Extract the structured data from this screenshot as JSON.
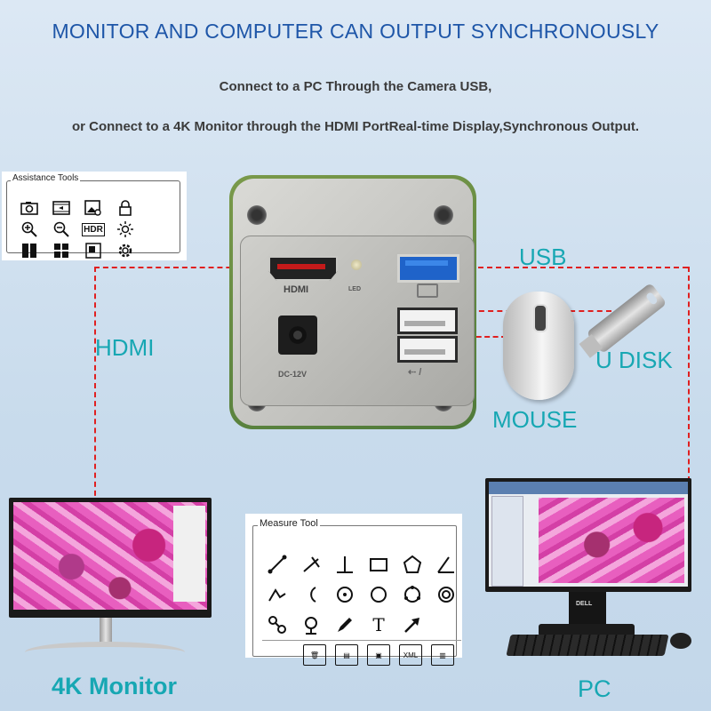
{
  "header": {
    "title": "MONITOR AND COMPUTER CAN OUTPUT SYNCHRONOUSLY",
    "line1": "Connect to a PC Through the Camera USB,",
    "line2": "or Connect to a 4K Monitor through the HDMI PortReal-time Display,Synchronous Output."
  },
  "assistance_tools": {
    "legend": "Assistance Tools",
    "icons": [
      "camera-icon",
      "film-icon",
      "image-icon",
      "lock-icon",
      "zoom-in-icon",
      "zoom-out-icon",
      "hdr-icon",
      "brightness-icon",
      "split-icon",
      "grid-icon",
      "crop-icon",
      "settings-icon"
    ],
    "hdr_text": "HDR"
  },
  "camera": {
    "hdmi_label": "HDMI",
    "led_label": "LED",
    "dc_label": "DC-12V"
  },
  "labels": {
    "usb": "USB",
    "hdmi": "HDMI",
    "udisk": "U DISK",
    "mouse": "MOUSE",
    "monitor": "4K Monitor",
    "pc": "PC"
  },
  "measure_tool": {
    "legend": "Measure Tool",
    "icons": [
      "line-icon",
      "angle-line-icon",
      "perpendicular-icon",
      "rectangle-icon",
      "polygon-icon",
      "angle-icon",
      "polyline-icon",
      "arc-icon",
      "circle-center-icon",
      "circle-icon",
      "three-point-circle-icon",
      "concentric-circle-icon",
      "two-circle-icon",
      "point-icon",
      "pen-icon",
      "text-icon",
      "arrow-icon"
    ],
    "text_glyph": "T",
    "bottom_icons": [
      "delete-icon",
      "save-icon",
      "export-image-icon",
      "export-xml-icon",
      "floppy-icon"
    ],
    "xml_text": "XML"
  },
  "pc": {
    "brand": "DELL"
  }
}
